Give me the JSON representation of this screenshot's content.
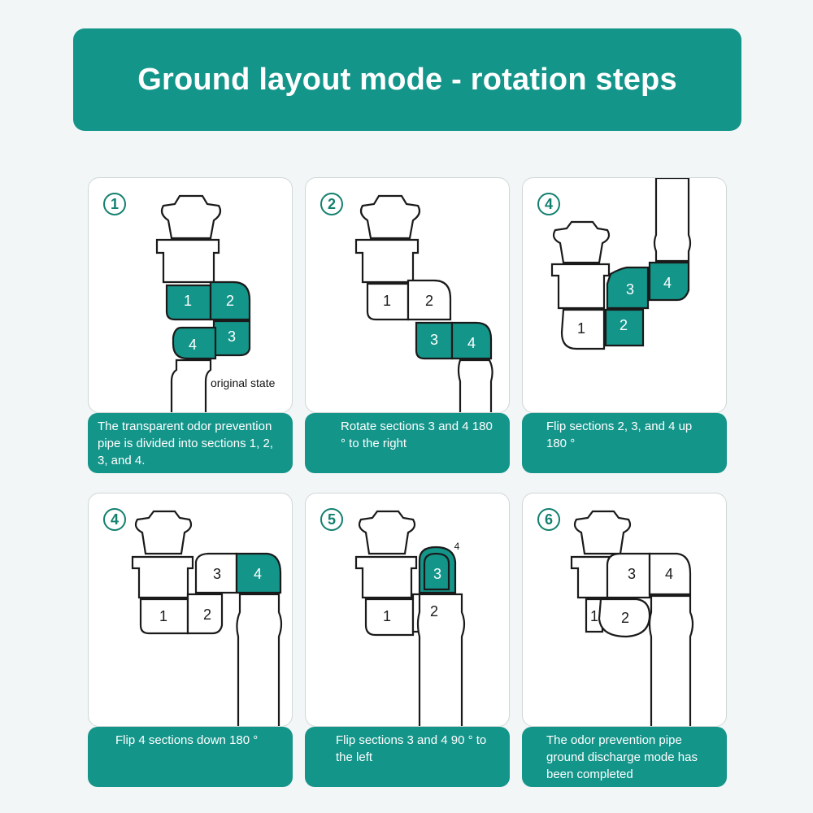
{
  "title": "Ground layout mode - rotation steps",
  "colors": {
    "accent": "#14958a",
    "badge": "#13806f"
  },
  "steps": [
    {
      "badge": "1",
      "caption": "The transparent odor prevention pipe is divided into sections 1, 2, 3, and 4.",
      "note": "original state",
      "sections": [
        "1",
        "2",
        "3",
        "4"
      ]
    },
    {
      "badge": "2",
      "caption": "Rotate sections 3 and 4 180 ° to the right",
      "sections": [
        "1",
        "2",
        "3",
        "4"
      ]
    },
    {
      "badge": "4",
      "caption": "Flip sections 2, 3, and 4 up 180 °",
      "sections": [
        "1",
        "2",
        "3",
        "4"
      ]
    },
    {
      "badge": "4",
      "caption": "Flip 4 sections down 180 °",
      "sections": [
        "1",
        "2",
        "3",
        "4"
      ]
    },
    {
      "badge": "5",
      "caption": "Flip sections 3 and 4 90 ° to the left",
      "sections": [
        "1",
        "2",
        "3",
        "4"
      ]
    },
    {
      "badge": "6",
      "caption": "The odor prevention pipe ground discharge mode has been completed",
      "sections": [
        "1",
        "2",
        "3",
        "4"
      ]
    }
  ]
}
